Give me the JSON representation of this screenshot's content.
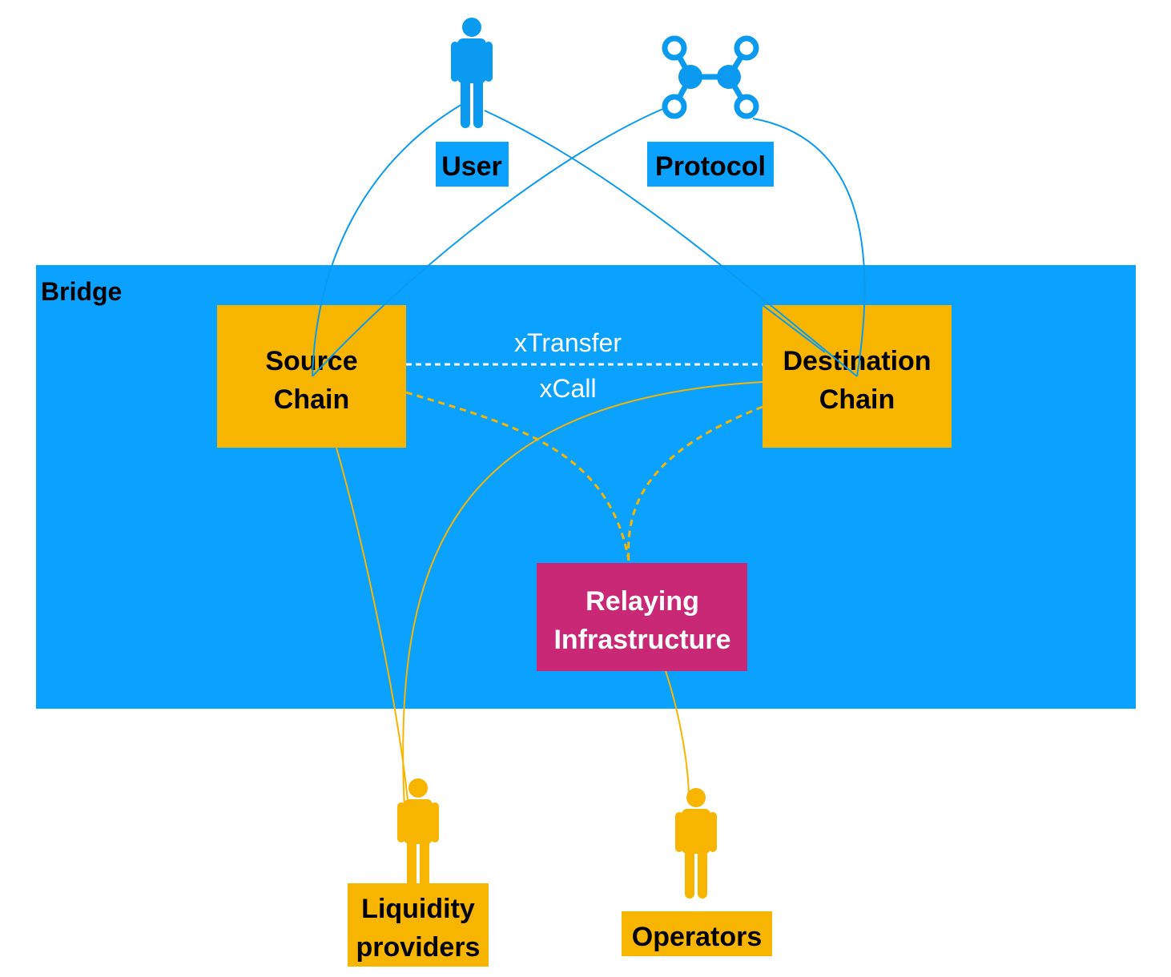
{
  "colors": {
    "blue": "#0AA1FF",
    "line_blue": "#0A9BF0",
    "gold": "#F7B500",
    "magenta": "#C92877",
    "black": "#000000",
    "white": "#ffffff"
  },
  "actors": {
    "user": {
      "label": "User",
      "icon": "person-icon"
    },
    "protocol": {
      "label": "Protocol",
      "icon": "network-icon"
    },
    "liquidity_providers": {
      "label_line1": "Liquidity",
      "label_line2": "providers",
      "icon": "person-icon"
    },
    "operators": {
      "label": "Operators",
      "icon": "person-icon"
    }
  },
  "bridge": {
    "label": "Bridge",
    "source_chain": {
      "line1": "Source",
      "line2": "Chain"
    },
    "destination_chain": {
      "line1": "Destination",
      "line2": "Chain"
    },
    "relaying": {
      "line1": "Relaying",
      "line2": "Infrastructure"
    },
    "transfer_label": "xTransfer",
    "call_label": "xCall"
  }
}
